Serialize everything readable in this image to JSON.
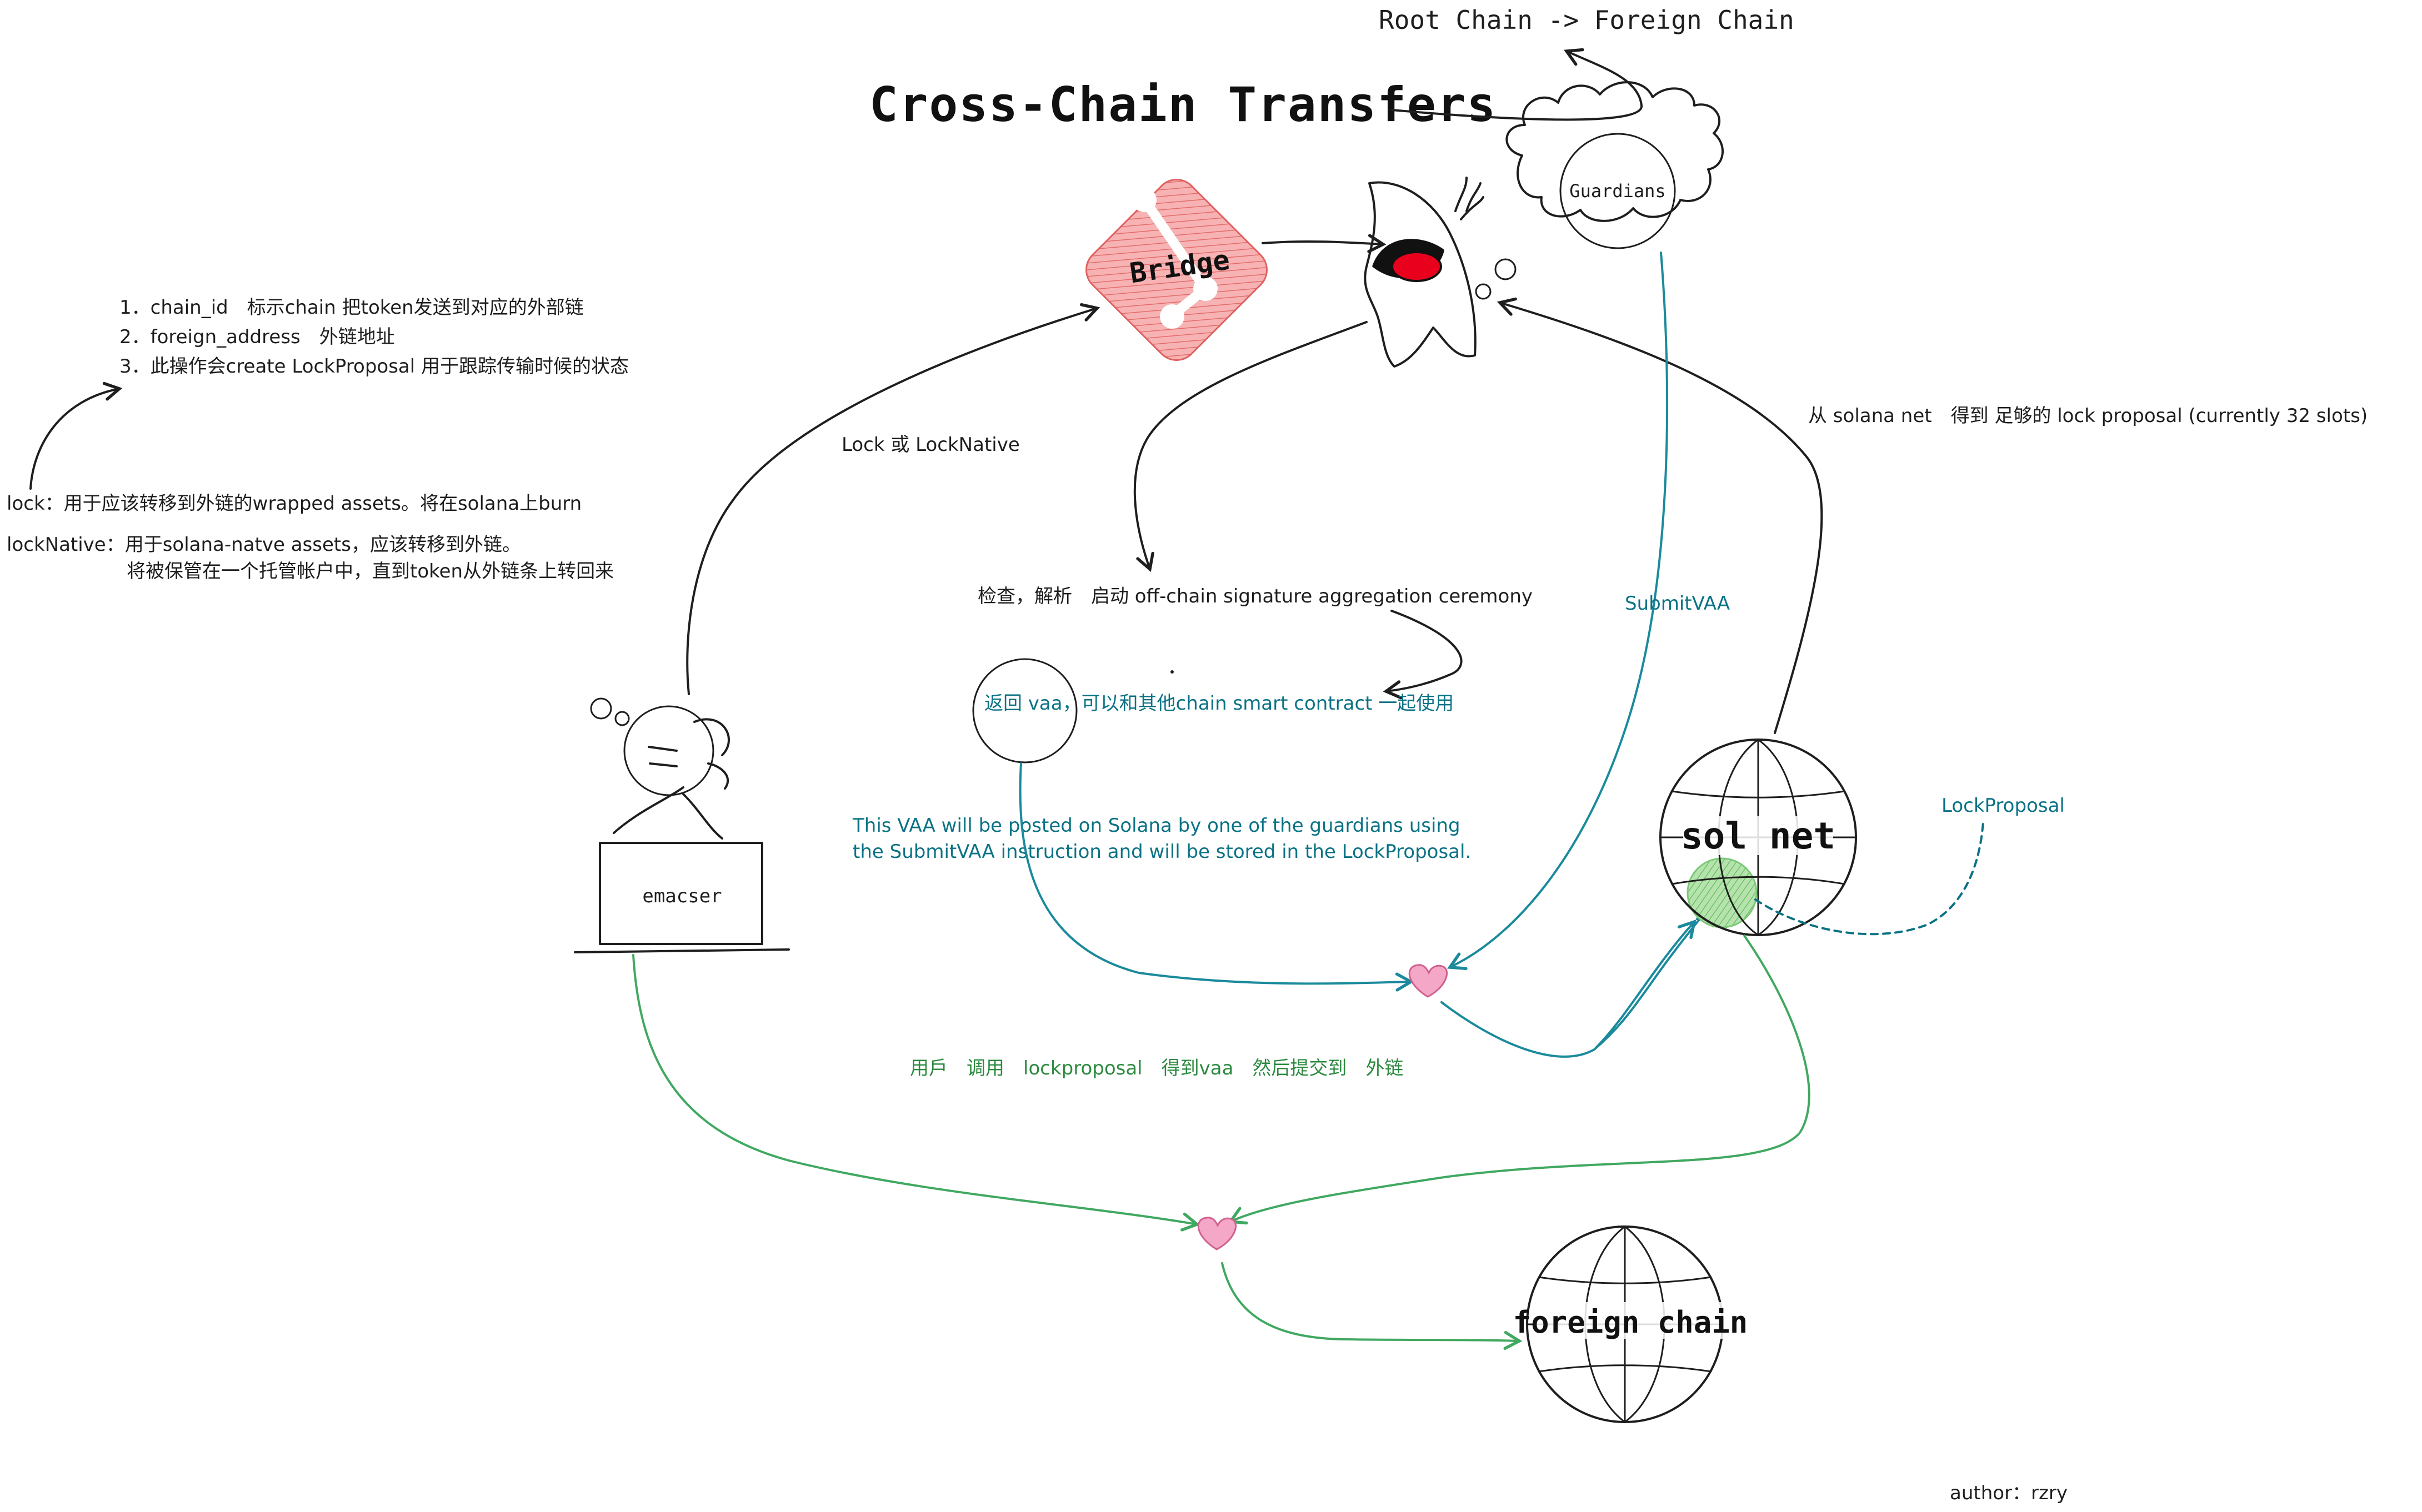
{
  "title": "Cross-Chain Transfers",
  "subtitle": "Root Chain -> Foreign Chain",
  "nodes": {
    "guardians": "Guardians",
    "bridge": "Bridge",
    "emacser": "emacser",
    "sol_net": "sol net",
    "foreign_chain": "foreign chain"
  },
  "notes": {
    "steps": [
      "1．chain_id　标示chain 把token发送到对应的外部链",
      "2．foreign_address　外链地址",
      "3．此操作会create LockProposal 用于跟踪传输时候的状态"
    ],
    "lock_desc": "lock：用于应该转移到外链的wrapped assets。将在solana上burn",
    "lock_native_desc_1": "lockNative：用于solana-natve assets，应该转移到外链。",
    "lock_native_desc_2": "将被保管在一个托管帐户中，直到token从外链条上转回来"
  },
  "edges": {
    "lock_or_lock_native": "Lock 或 LockNative",
    "check_parse": "检查，解析　启动 off-chain signature aggregation ceremony",
    "return_vaa": "返回 vaa，可以和其他chain smart contract 一起使用",
    "submit_vaa": "SubmitVAA",
    "from_sol_net": "从 solana net　得到 足够的 lock proposal (currently 32 slots)",
    "vaa_posted_1": "This VAA will be posted on Solana by one of the guardians using",
    "vaa_posted_2": "the SubmitVAA instruction and will be stored in the LockProposal.",
    "lock_proposal": "LockProposal",
    "user_call": "用戶　调用　lockproposal　得到vaa　然后提交到　外链"
  },
  "author": "author：rzry",
  "colors": {
    "ink": "#1e1e1e",
    "teal": "#0b7285",
    "green": "#2b8a3e",
    "bridge_fill": "#f28b8b",
    "heart": "#f4a7c7",
    "sol_highlight": "#8fd18b",
    "duke_red": "#e8001c"
  }
}
